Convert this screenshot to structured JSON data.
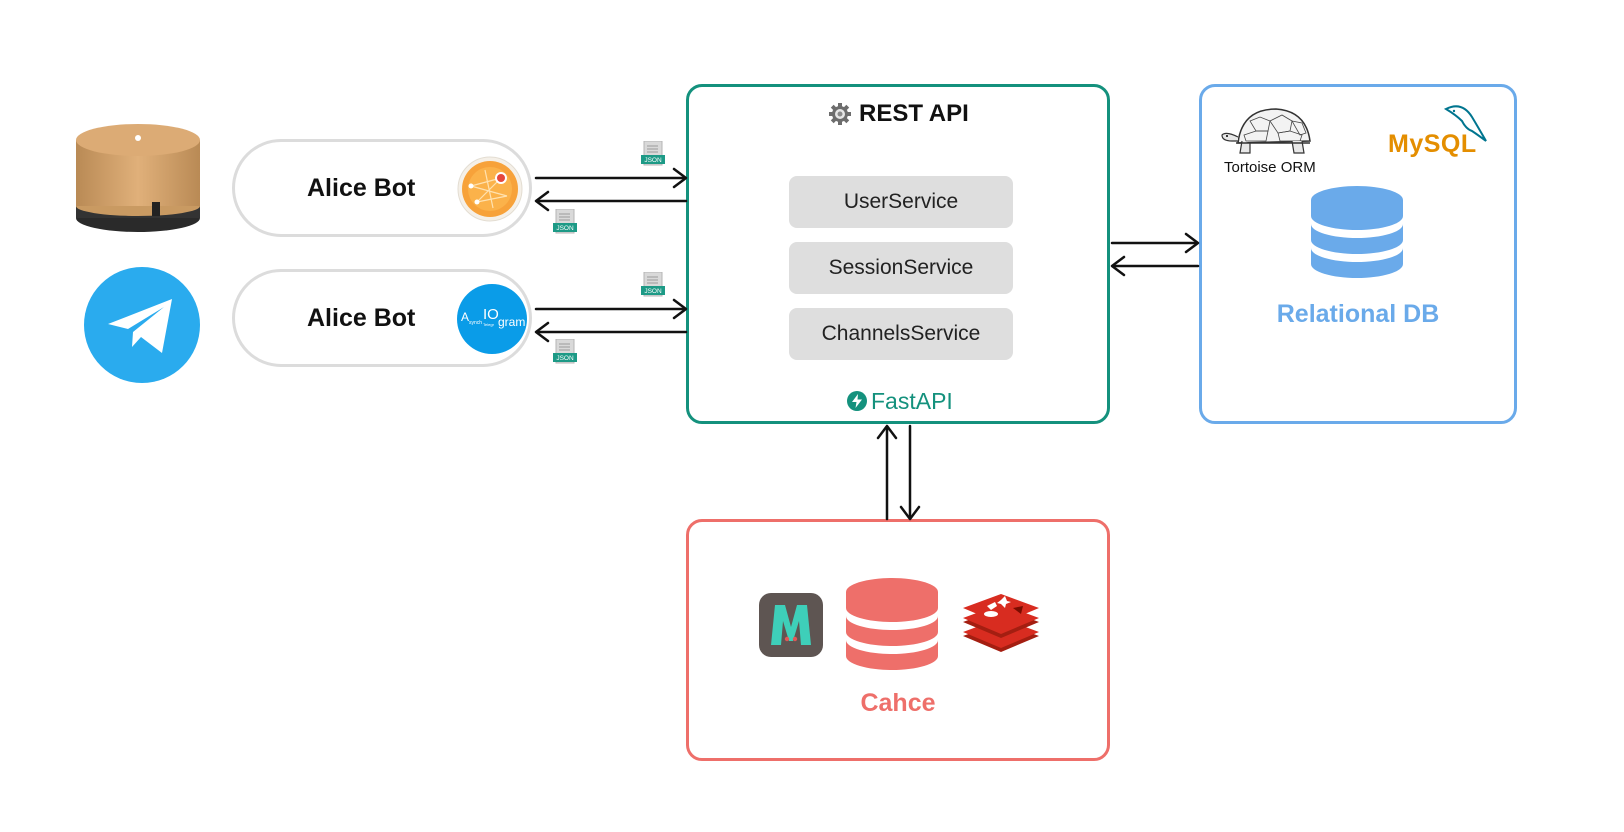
{
  "clients": [
    {
      "label": "Alice Bot",
      "device": "smart-speaker",
      "framework": "maxim-bots"
    },
    {
      "label": "Alice Bot",
      "device": "telegram",
      "framework": "aiogram"
    }
  ],
  "aiogram_logo": {
    "a": "A",
    "small": "synch",
    "io": "IO",
    "small2": "Telegr",
    "gram": "gram"
  },
  "json_label": "JSON",
  "api": {
    "title": "REST API",
    "services": [
      "UserService",
      "SessionService",
      "ChannelsService"
    ],
    "framework": "FastAPI",
    "border_color": "#14917d"
  },
  "db": {
    "orm_label": "Tortoise ORM",
    "mysql_logo": "MySQL",
    "title": "Relational DB",
    "color": "#6aaaea"
  },
  "cache": {
    "title": "Cahce",
    "color": "#ee6f6a",
    "memcached_letter": "M"
  }
}
